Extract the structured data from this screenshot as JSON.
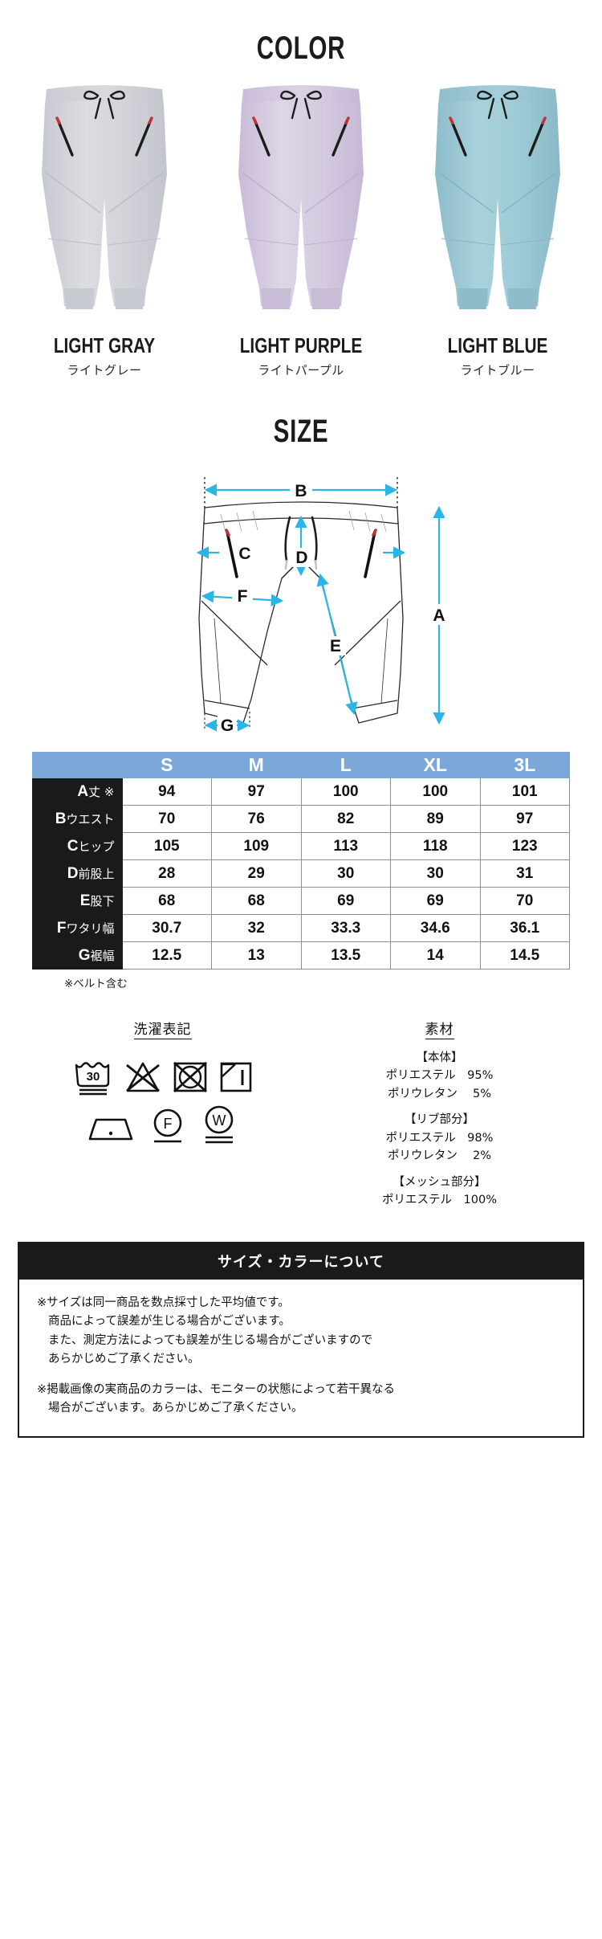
{
  "color_section": {
    "title": "COLOR",
    "items": [
      {
        "name_en": "LIGHT GRAY",
        "name_ja": "ライトグレー",
        "swatch": "#d4d5da",
        "shade": "#c2c4cc",
        "dark": "#b3b6c0"
      },
      {
        "name_en": "LIGHT PURPLE",
        "name_ja": "ライトパープル",
        "swatch": "#d7cde0",
        "shade": "#c8bbd4",
        "dark": "#b9aac8"
      },
      {
        "name_en": "LIGHT BLUE",
        "name_ja": "ライトブルー",
        "swatch": "#9ecbd6",
        "shade": "#8cbcc9",
        "dark": "#7aadbc"
      }
    ],
    "detail_colors": {
      "drawstring": "#1c1c1c",
      "zipper": "#1c1c1c",
      "zipper_pull": "#c4303a"
    }
  },
  "size_section": {
    "title": "SIZE",
    "accent_color": "#29b5e8",
    "diagram_labels": [
      "A",
      "B",
      "C",
      "D",
      "E",
      "F",
      "G"
    ],
    "table": {
      "header_bg": "#7ba8d8",
      "rowhead_bg": "#1a1a1a",
      "columns": [
        "",
        "S",
        "M",
        "L",
        "XL",
        "3L"
      ],
      "rows": [
        {
          "letter": "A",
          "label": "丈 ※",
          "values": [
            "94",
            "97",
            "100",
            "100",
            "101"
          ]
        },
        {
          "letter": "B",
          "label": "ウエスト",
          "values": [
            "70",
            "76",
            "82",
            "89",
            "97"
          ]
        },
        {
          "letter": "C",
          "label": "ヒップ",
          "values": [
            "105",
            "109",
            "113",
            "118",
            "123"
          ]
        },
        {
          "letter": "D",
          "label": "前股上",
          "values": [
            "28",
            "29",
            "30",
            "30",
            "31"
          ]
        },
        {
          "letter": "E",
          "label": "股下",
          "values": [
            "68",
            "68",
            "69",
            "69",
            "70"
          ]
        },
        {
          "letter": "F",
          "label": "ワタリ幅",
          "values": [
            "30.7",
            "32",
            "33.3",
            "34.6",
            "36.1"
          ]
        },
        {
          "letter": "G",
          "label": "裾幅",
          "values": [
            "12.5",
            "13",
            "13.5",
            "14",
            "14.5"
          ]
        }
      ],
      "footnote": "※ベルト含む"
    }
  },
  "care_section": {
    "heading": "洗濯表記",
    "symbols": [
      {
        "name": "wash-tub-30",
        "text": "30"
      },
      {
        "name": "do-not-bleach",
        "text": ""
      },
      {
        "name": "do-not-tumble-dry",
        "text": ""
      },
      {
        "name": "drip-dry-in-shade",
        "text": ""
      },
      {
        "name": "iron-low-heat",
        "text": ""
      },
      {
        "name": "dry-clean-f",
        "text": "F"
      },
      {
        "name": "wet-clean-w",
        "text": "W"
      }
    ]
  },
  "material_section": {
    "heading": "素材",
    "groups": [
      {
        "group": "【本体】",
        "lines": [
          "ポリエステル　95%",
          "ポリウレタン　 5%"
        ]
      },
      {
        "group": "【リブ部分】",
        "lines": [
          "ポリエステル　98%",
          "ポリウレタン　 2%"
        ]
      },
      {
        "group": "【メッシュ部分】",
        "lines": [
          "ポリエステル　100%"
        ]
      }
    ]
  },
  "notice_section": {
    "heading": "サイズ・カラーについて",
    "paragraphs": [
      [
        "※サイズは同一商品を数点採寸した平均値です。",
        "商品によって誤差が生じる場合がございます。",
        "また、測定方法によっても誤差が生じる場合がございますので",
        "あらかじめご了承ください。"
      ],
      [
        "※掲載画像の実商品のカラーは、モニターの状態によって若干異なる",
        "場合がございます。あらかじめご了承ください。"
      ]
    ]
  }
}
